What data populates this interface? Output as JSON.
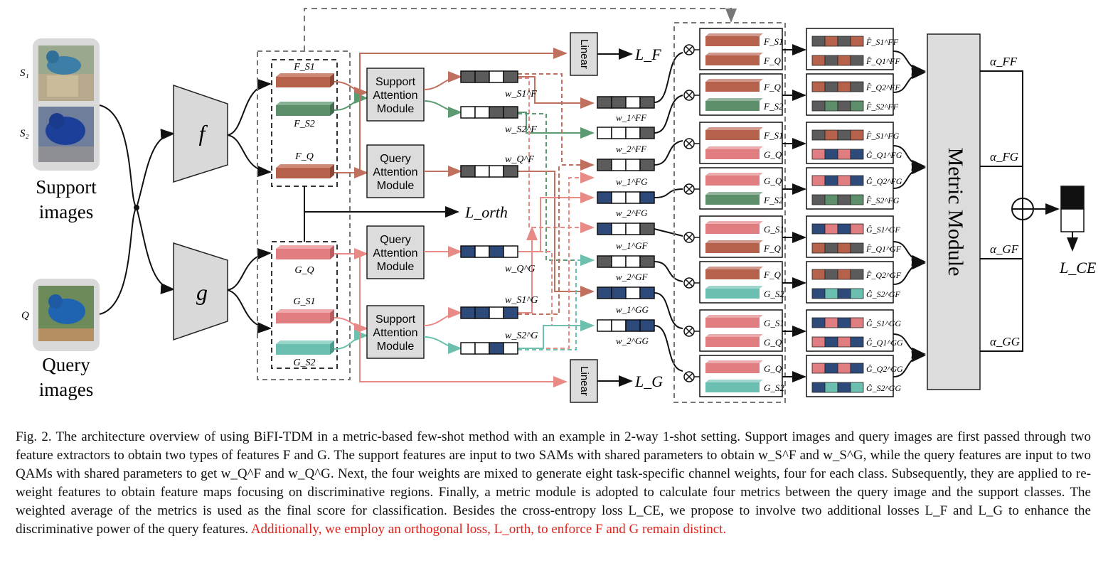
{
  "figure": {
    "support_labels": [
      "S₁",
      "S₂"
    ],
    "support_caption": [
      "Support",
      "images"
    ],
    "query_label": "Q",
    "query_caption": [
      "Query",
      "images"
    ],
    "extractors": {
      "f": "f",
      "g": "g"
    },
    "features_F": {
      "s1": "F_S1",
      "s2": "F_S2",
      "q": "F_Q"
    },
    "features_G": {
      "q": "G_Q",
      "s1": "G_S1",
      "s2": "G_S2"
    },
    "modules": {
      "sam_top": [
        "Support",
        "Attention",
        "Module"
      ],
      "qam_top": [
        "Query",
        "Attention",
        "Module"
      ],
      "qam_bottom": [
        "Query",
        "Attention",
        "Module"
      ],
      "sam_bottom": [
        "Support",
        "Attention",
        "Module"
      ],
      "linear_top": "Linear",
      "linear_bottom": "Linear",
      "metric": "Metric Module"
    },
    "weights_first": [
      "w_S1^F",
      "w_S2^F",
      "w_Q^F",
      "w_Q^G",
      "w_S1^G",
      "w_S2^G"
    ],
    "weights_mixed": [
      "w_1^FF",
      "w_2^FF",
      "w_1^FG",
      "w_2^FG",
      "w_1^GF",
      "w_2^GF",
      "w_1^GG",
      "w_2^GG"
    ],
    "losses": {
      "lf": "L_F",
      "lg": "L_G",
      "lorth": "L_orth",
      "lce": "L_CE"
    },
    "pair_labels": [
      [
        "F_S1",
        "F_Q"
      ],
      [
        "F_Q",
        "F_S2"
      ],
      [
        "F_S1",
        "G_Q"
      ],
      [
        "G_Q",
        "F_S2"
      ],
      [
        "G_S1",
        "F_Q"
      ],
      [
        "F_Q",
        "G_S2"
      ],
      [
        "G_S1",
        "G_Q"
      ],
      [
        "G_Q",
        "G_S2"
      ]
    ],
    "weighted_labels": [
      [
        "F̂_S1^FF",
        "F̂_Q1^FF"
      ],
      [
        "F̂_Q2^FF",
        "F̂_S2^FF"
      ],
      [
        "F̂_S1^FG",
        "Ĝ_Q1^FG"
      ],
      [
        "Ĝ_Q2^FG",
        "F̂_S2^FG"
      ],
      [
        "Ĝ_S1^GF",
        "F̂_Q1^GF"
      ],
      [
        "F̂_Q2^GF",
        "Ĝ_S2^GF"
      ],
      [
        "Ĝ_S1^GG",
        "Ĝ_Q1^GG"
      ],
      [
        "Ĝ_Q2^GG",
        "Ĝ_S2^GG"
      ]
    ],
    "alphas": [
      "α_FF",
      "α_FG",
      "α_GF",
      "α_GG"
    ],
    "colors": {
      "feat_F": "#b5614c",
      "feat_F2": "#5e8f6b",
      "feat_G": "#e07d80",
      "feat_G2": "#6abfb0",
      "arrow_F": "#c0705e",
      "arrow_F2": "#5c9a72",
      "arrow_G": "#e88a86",
      "arrow_G2": "#6cc0ad",
      "dark_cell": "#5b5b5b",
      "navy_cell": "#2d4a7a",
      "box_fill": "#dcdcdc"
    }
  },
  "caption": {
    "text": "Fig. 2.  The architecture overview of using BiFI-TDM in a metric-based few-shot method with an example in 2-way 1-shot setting. Support images and query images are first passed through two feature extractors to obtain two types of features F and G. The support features are input to two SAMs with shared parameters to obtain w_S^F and w_S^G, while the query features are input to two QAMs with shared parameters to get w_Q^F and w_Q^G. Next, the four weights are mixed to generate eight task-specific channel weights, four for each class. Subsequently, they are applied to re-weight features to obtain feature maps focusing on discriminative regions. Finally, a metric module is adopted to calculate four metrics between the query image and the support classes. The weighted average of the metrics is used as the final score for classification. Besides the cross-entropy loss L_CE, we propose to involve two additional losses L_F and L_G to enhance the discriminative power of the query features.",
    "red_text": "Additionally, we employ an orthogonal loss, L_orth, to enforce F and G remain distinct."
  }
}
